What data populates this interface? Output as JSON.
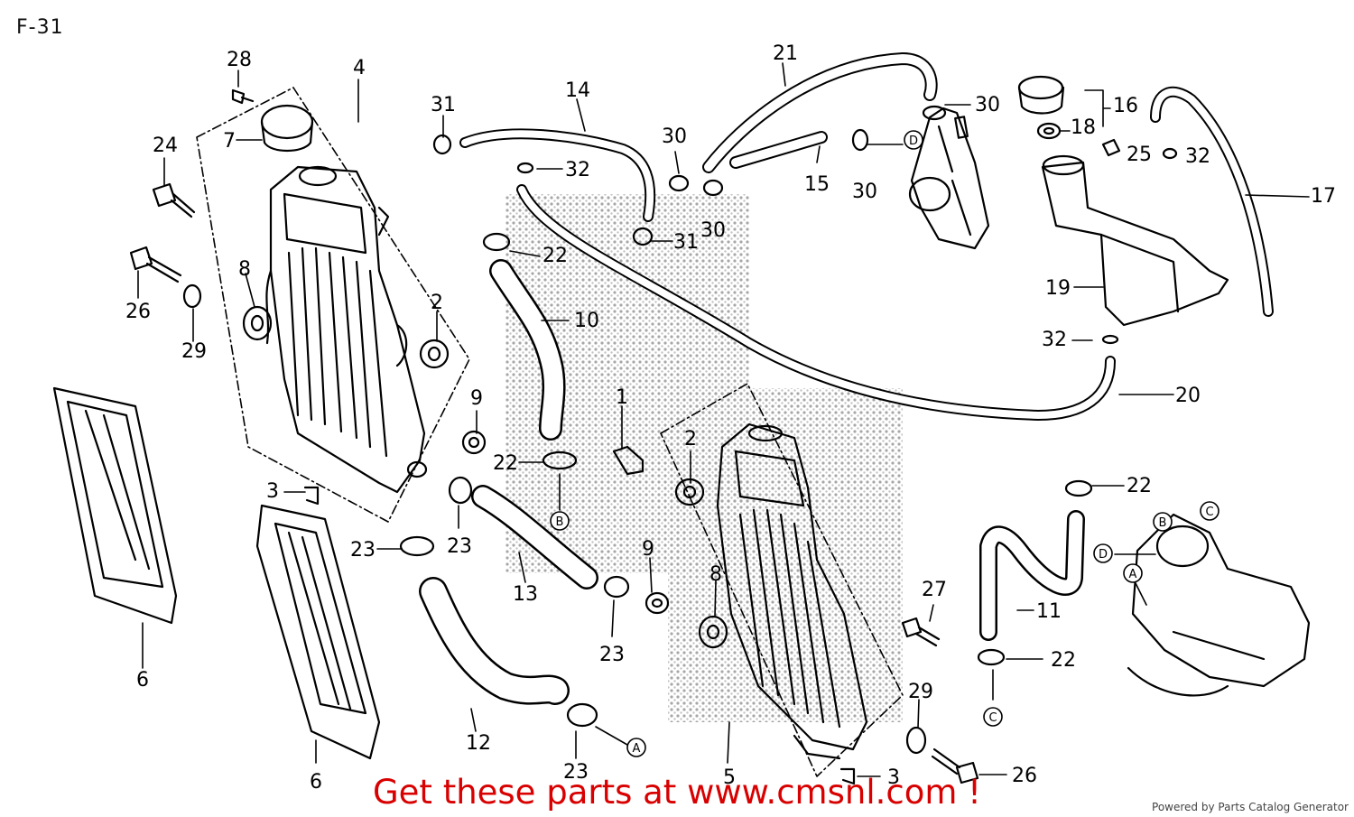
{
  "page": {
    "title": "F-31",
    "promo_text": "Get these parts at www.cmsnl.com !",
    "footer": "Powered by Parts Catalog Generator"
  },
  "colors": {
    "line": "#000000",
    "dither": "#9a9a9a",
    "promo": "#d80000",
    "background": "#ffffff"
  },
  "callouts": [
    {
      "key": "p28a",
      "text": "28"
    },
    {
      "key": "p4",
      "text": "4"
    },
    {
      "key": "p7",
      "text": "7"
    },
    {
      "key": "p24",
      "text": "24"
    },
    {
      "key": "p26a",
      "text": "26"
    },
    {
      "key": "p8a",
      "text": "8"
    },
    {
      "key": "p29a",
      "text": "29"
    },
    {
      "key": "p2a",
      "text": "2"
    },
    {
      "key": "p31a",
      "text": "31"
    },
    {
      "key": "p14",
      "text": "14"
    },
    {
      "key": "p32a",
      "text": "32"
    },
    {
      "key": "p22a",
      "text": "22"
    },
    {
      "key": "p10",
      "text": "10"
    },
    {
      "key": "p30a",
      "text": "30"
    },
    {
      "key": "p21",
      "text": "21"
    },
    {
      "key": "p30b",
      "text": "30"
    },
    {
      "key": "p15",
      "text": "15"
    },
    {
      "key": "p30c",
      "text": "30"
    },
    {
      "key": "p30d",
      "text": "30"
    },
    {
      "key": "p31b",
      "text": "31"
    },
    {
      "key": "p16",
      "text": "16"
    },
    {
      "key": "p18",
      "text": "18"
    },
    {
      "key": "p25",
      "text": "25"
    },
    {
      "key": "p32b",
      "text": "32"
    },
    {
      "key": "p17",
      "text": "17"
    },
    {
      "key": "p19",
      "text": "19"
    },
    {
      "key": "p32c",
      "text": "32"
    },
    {
      "key": "p20",
      "text": "20"
    },
    {
      "key": "p9a",
      "text": "9"
    },
    {
      "key": "p1",
      "text": "1"
    },
    {
      "key": "p2b",
      "text": "2"
    },
    {
      "key": "p22b",
      "text": "22"
    },
    {
      "key": "p3a",
      "text": "3"
    },
    {
      "key": "p23a",
      "text": "23"
    },
    {
      "key": "p23b",
      "text": "23"
    },
    {
      "key": "p13",
      "text": "13"
    },
    {
      "key": "p9b",
      "text": "9"
    },
    {
      "key": "p8b",
      "text": "8"
    },
    {
      "key": "p23c",
      "text": "23"
    },
    {
      "key": "p22c",
      "text": "22"
    },
    {
      "key": "p27",
      "text": "27"
    },
    {
      "key": "p11",
      "text": "11"
    },
    {
      "key": "p22d",
      "text": "22"
    },
    {
      "key": "p6a",
      "text": "6"
    },
    {
      "key": "p6b",
      "text": "6"
    },
    {
      "key": "p12",
      "text": "12"
    },
    {
      "key": "p23d",
      "text": "23"
    },
    {
      "key": "p5",
      "text": "5"
    },
    {
      "key": "p3b",
      "text": "3"
    },
    {
      "key": "p29b",
      "text": "29"
    },
    {
      "key": "p26b",
      "text": "26"
    }
  ],
  "ref_markers": [
    {
      "key": "rB1",
      "text": "B"
    },
    {
      "key": "rD1",
      "text": "D"
    },
    {
      "key": "rD2",
      "text": "D"
    },
    {
      "key": "rA1",
      "text": "A"
    },
    {
      "key": "rB2",
      "text": "B"
    },
    {
      "key": "rC1",
      "text": "C"
    },
    {
      "key": "rA2",
      "text": "A"
    },
    {
      "key": "rC2",
      "text": "C"
    }
  ]
}
